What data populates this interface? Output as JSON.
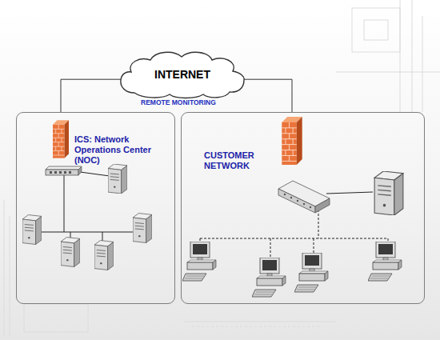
{
  "diagram": {
    "nodes": [
      {
        "text": [
          "INTERNET"
        ]
      },
      {
        "text": [
          "ICS: Network Operations Center (NOC)"
        ]
      },
      {
        "text": [
          "CUSTOMER NETWORK"
        ]
      }
    ],
    "edges": [
      {
        "from": 0,
        "to": 1,
        "arrow": "none"
      },
      {
        "from": 0,
        "to": 2,
        "arrow": "none"
      }
    ],
    "labels": [
      "REMOTE MONITORING"
    ]
  }
}
